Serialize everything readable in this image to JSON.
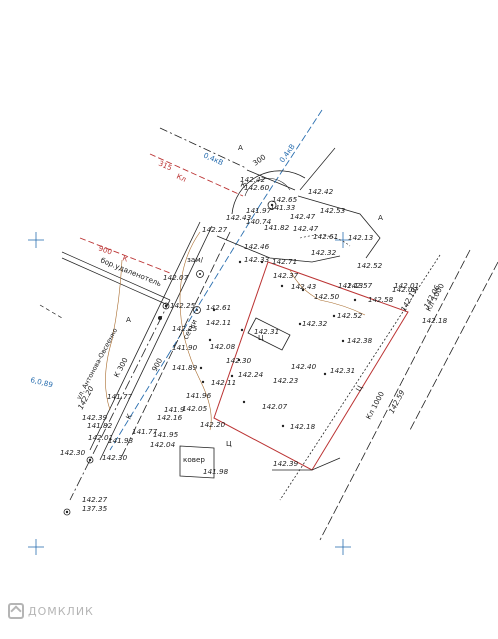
{
  "map": {
    "street": "ул. Антонова-Овсеенко",
    "parcel": "Ц",
    "cover_label": "ковер",
    "lock_label": "зам/",
    "fence_label": "сетки",
    "fence_note": "бор.удаленотель",
    "zone_letters": [
      "А",
      "А",
      "А",
      "Ц"
    ],
    "lines": [
      {
        "label": "315",
        "color": "#b33"
      },
      {
        "label": "Кл",
        "color": "#b33"
      },
      {
        "label": "0,4кВ",
        "color": "#2a6fb0"
      },
      {
        "label": "300",
        "color": "#222"
      },
      {
        "label": "К",
        "color": "#222"
      },
      {
        "label": "0,4кВ",
        "color": "#2a6fb0"
      },
      {
        "label": "900",
        "color": "#b33"
      },
      {
        "label": "К",
        "color": "#b33"
      },
      {
        "label": "К 300",
        "color": "#222"
      },
      {
        "label": "900",
        "color": "#222"
      },
      {
        "label": "К",
        "color": "#222"
      },
      {
        "label": "Кл 1000",
        "color": "#222"
      },
      {
        "label": "Кл 1000",
        "color": "#222"
      },
      {
        "label": "6,0,89",
        "color": "#2a6fb0"
      },
      {
        "label": "Ц",
        "color": "#222"
      }
    ],
    "elevations": [
      "142.42",
      "142.60",
      "142.65",
      "141.33",
      "142.43",
      "141.97",
      "142.27",
      "140.74",
      "142.47",
      "141.82",
      "142.53",
      "142.42",
      "142.47",
      "142.32",
      "142.13",
      "142.61",
      "142.46",
      "142.37",
      "142.07",
      "142.52",
      "142.33",
      "142.71",
      "142.57",
      "142.01",
      "142.43",
      "142.50",
      "142.58",
      "142.09",
      "142.25",
      "142.25",
      "142.61",
      "142.52",
      "142.11",
      "142.32",
      "142.31",
      "142.38",
      "142.08",
      "141.90",
      "142.30",
      "142.40",
      "141.89",
      "142.24",
      "142.23",
      "142.31",
      "142.11",
      "141.96",
      "142.07",
      "141.77",
      "142.16",
      "141.95",
      "141.82",
      "142.20",
      "142.18",
      "141.77",
      "142.04",
      "142.39",
      "142.05",
      "142.30",
      "142.30",
      "141.98",
      "142.27",
      "137.35",
      "142.19",
      "142.06",
      "142.59",
      "142.20",
      "142.39",
      "142.01",
      "141.9",
      "142.18",
      "141.93",
      "142.13"
    ]
  },
  "watermark": "ДОМКЛИК"
}
